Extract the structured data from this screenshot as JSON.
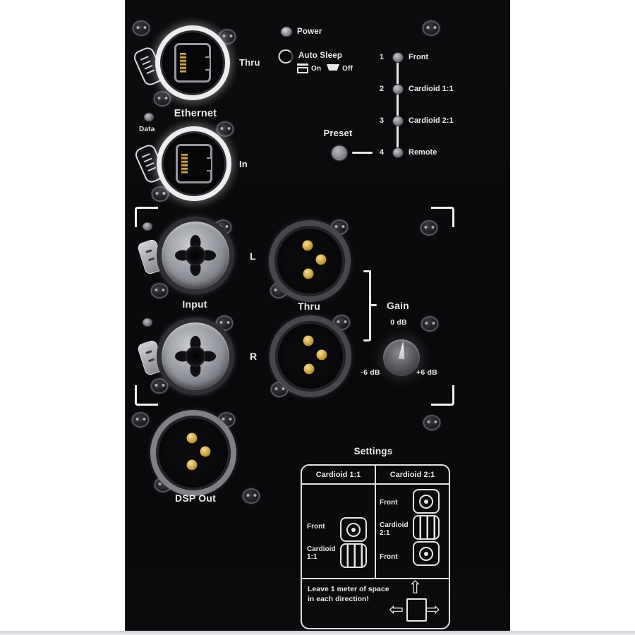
{
  "colors": {
    "panel_bg": "#0b0b0d",
    "label_text": "#e9e9ec",
    "pin_gold": "#caa23c",
    "ring_white": "#ededf0"
  },
  "top": {
    "power": "Power",
    "auto_sleep": "Auto Sleep",
    "on": "On",
    "off": "Off",
    "preset": "Preset"
  },
  "preset_list": [
    {
      "num": "1",
      "label": "Front"
    },
    {
      "num": "2",
      "label": "Cardioid 1:1"
    },
    {
      "num": "3",
      "label": "Cardioid 2:1"
    },
    {
      "num": "4",
      "label": "Remote"
    }
  ],
  "ethernet": {
    "title": "Ethernet",
    "thru": "Thru",
    "in": "In",
    "data": "Data"
  },
  "io": {
    "input": "Input",
    "left": "L",
    "right": "R",
    "thru": "Thru",
    "dsp_out": "DSP Out"
  },
  "gain": {
    "title": "Gain",
    "top": "0 dB",
    "min": "-6 dB",
    "max": "+6 dB"
  },
  "settings": {
    "title": "Settings",
    "col1": {
      "header": "Cardioid 1:1",
      "row1_label": "Front",
      "row2_label": "Cardioid 1:1"
    },
    "col2": {
      "header": "Cardioid 2:1",
      "row1_label": "Front",
      "row2_label": "Cardioid 2:1",
      "row3_label": "Front"
    },
    "note1": "Leave 1 meter of space",
    "note2": "in each direction!"
  }
}
